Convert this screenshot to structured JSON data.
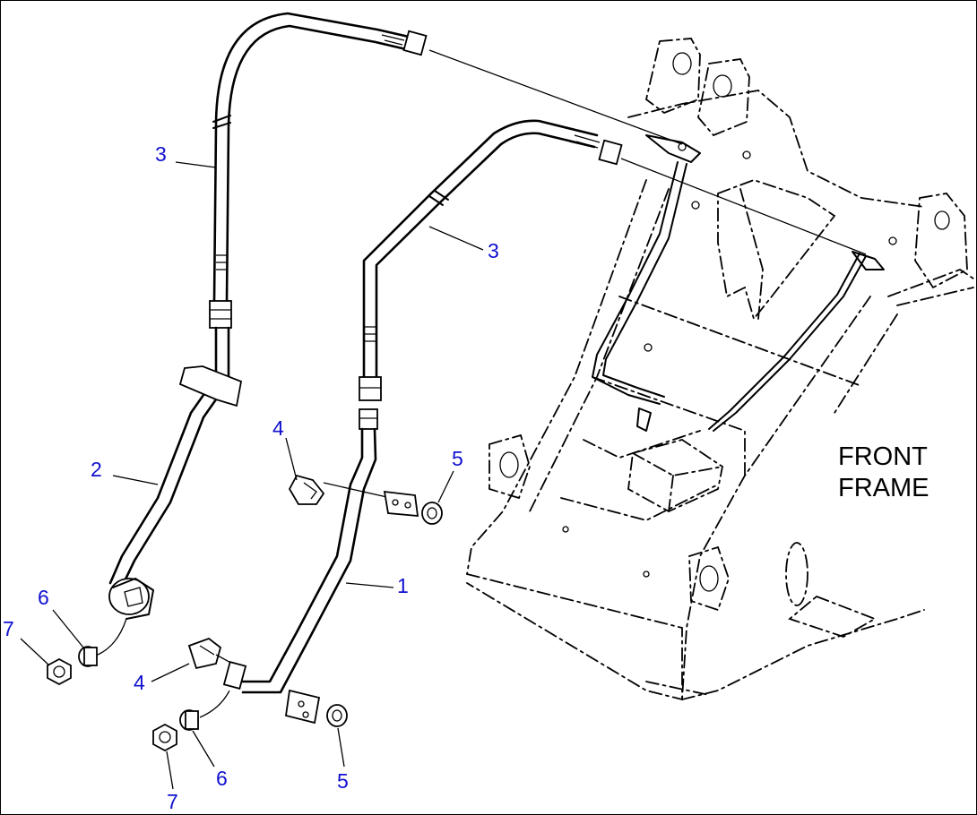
{
  "labels": {
    "front_frame_line1": "FRONT",
    "front_frame_line2": "FRAME"
  },
  "callouts": {
    "p1": "1",
    "p2": "2",
    "p3_top": "3",
    "p3_mid": "3",
    "p4_top": "4",
    "p4_bottom": "4",
    "p5_top": "5",
    "p5_bottom": "5",
    "p6_left": "6",
    "p6_bottom": "6",
    "p7_left": "7",
    "p7_bottom": "7"
  },
  "colors": {
    "callout": "#1010d0",
    "line": "#000000",
    "background": "#ffffff"
  }
}
